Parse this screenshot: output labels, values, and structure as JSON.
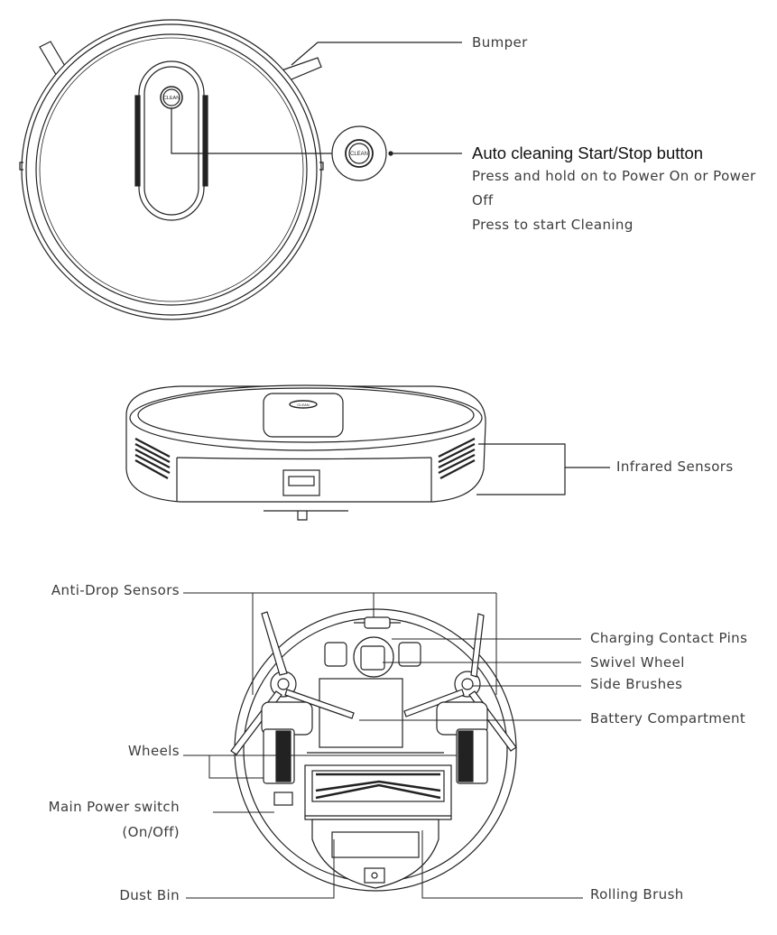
{
  "top_view": {
    "bumper": "Bumper",
    "button_title": "Auto cleaning Start/Stop button",
    "button_desc_line1": "Press and hold on to Power On or Power",
    "button_desc_line2": "Off",
    "button_desc_line3": "Press to start Cleaning",
    "button_logo": "CLEAN"
  },
  "side_view": {
    "infrared": "Infrared Sensors"
  },
  "bottom_view": {
    "anti_drop": "Anti-Drop Sensors",
    "charging_pins": "Charging Contact Pins",
    "swivel_wheel": "Swivel Wheel",
    "side_brushes": "Side Brushes",
    "battery": "Battery Compartment",
    "wheels": "Wheels",
    "main_power_line1": "Main Power switch",
    "main_power_line2": "(On/Off)",
    "dust_bin": "Dust Bin",
    "rolling_brush": "Rolling Brush"
  }
}
